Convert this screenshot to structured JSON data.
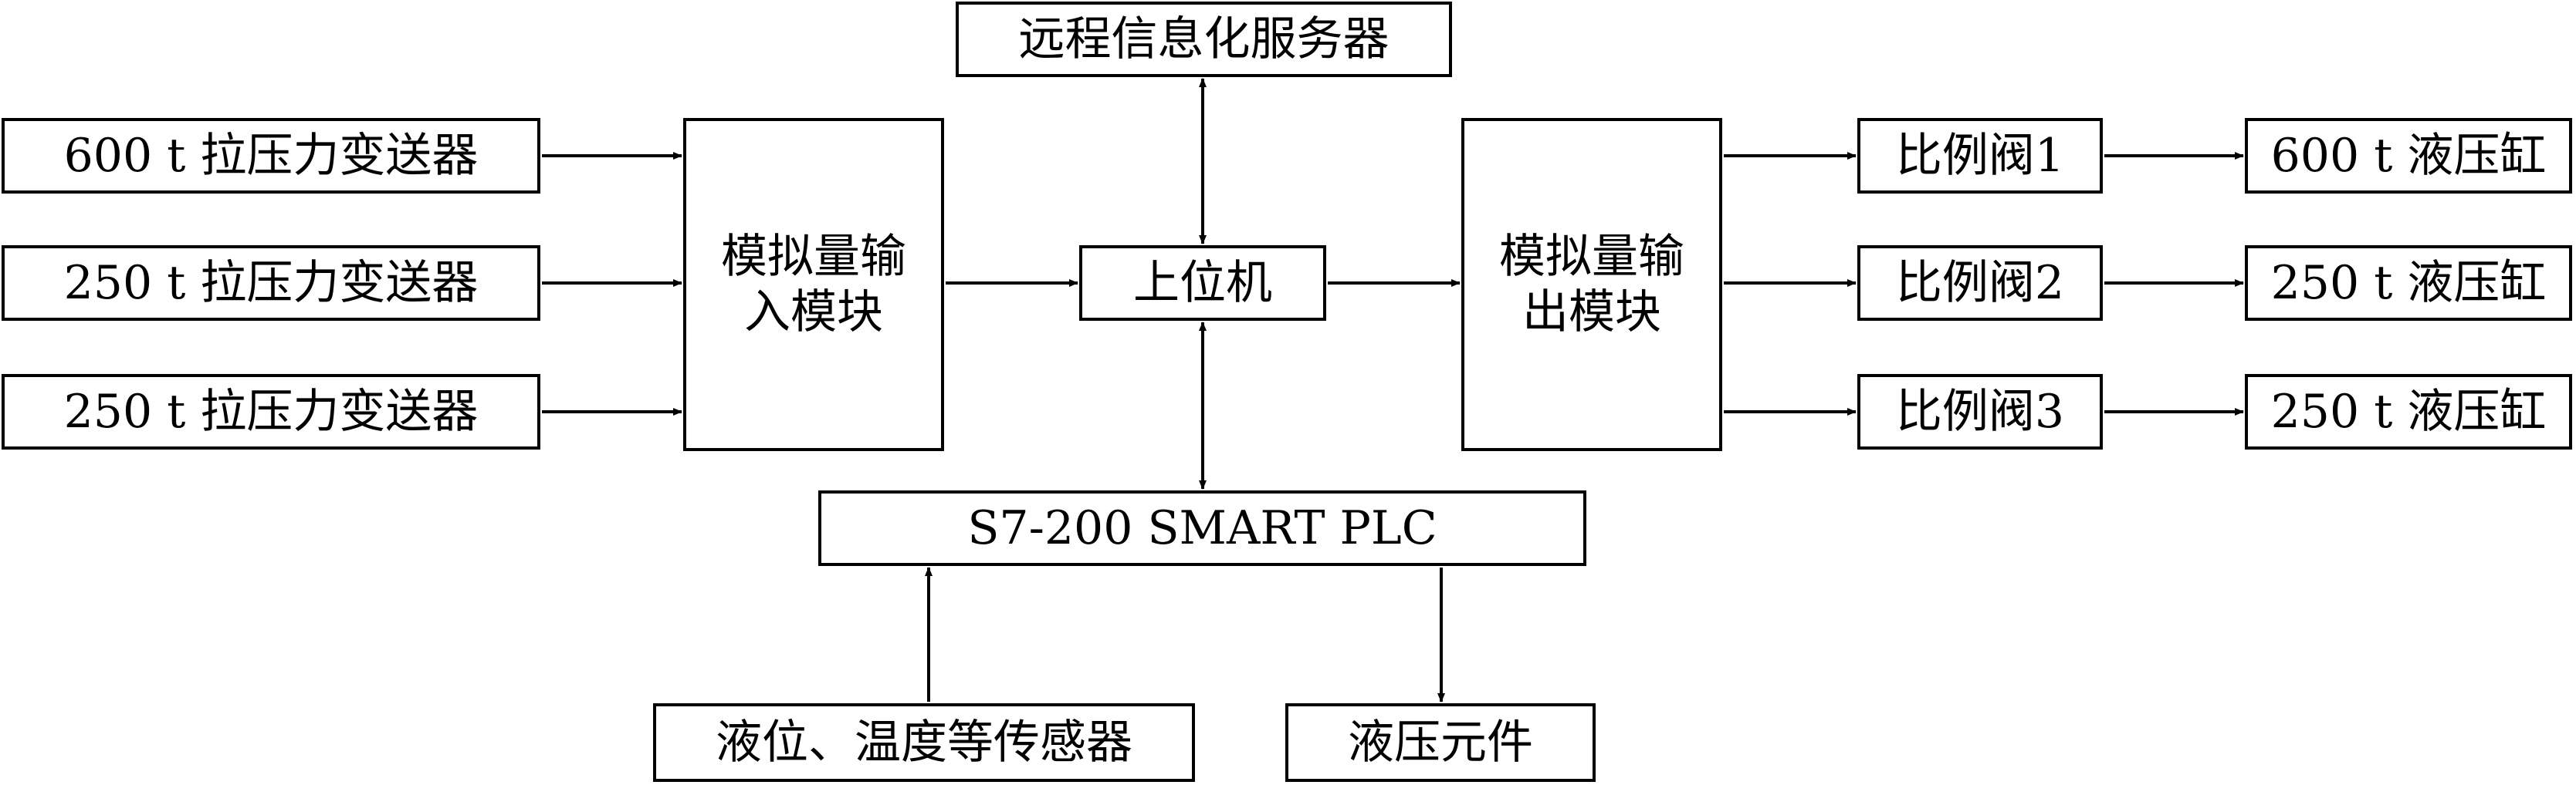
{
  "diagram": {
    "remote_server": "远程信息化服务器",
    "transmitters": [
      "600 t 拉压力变送器",
      "250 t 拉压力变送器",
      "250 t 拉压力变送器"
    ],
    "analog_input_module": "模拟量输入模块",
    "host_computer": "上位机",
    "analog_output_module": "模拟量输出模块",
    "proportional_valves": [
      "比例阀1",
      "比例阀2",
      "比例阀3"
    ],
    "hydraulic_cylinders": [
      "600 t 液压缸",
      "250 t 液压缸",
      "250 t 液压缸"
    ],
    "plc": "S7-200 SMART PLC",
    "sensors": "液位、温度等传感器",
    "hydraulic_components": "液压元件"
  },
  "colors": {
    "stroke": "#000000",
    "background": "#ffffff"
  }
}
